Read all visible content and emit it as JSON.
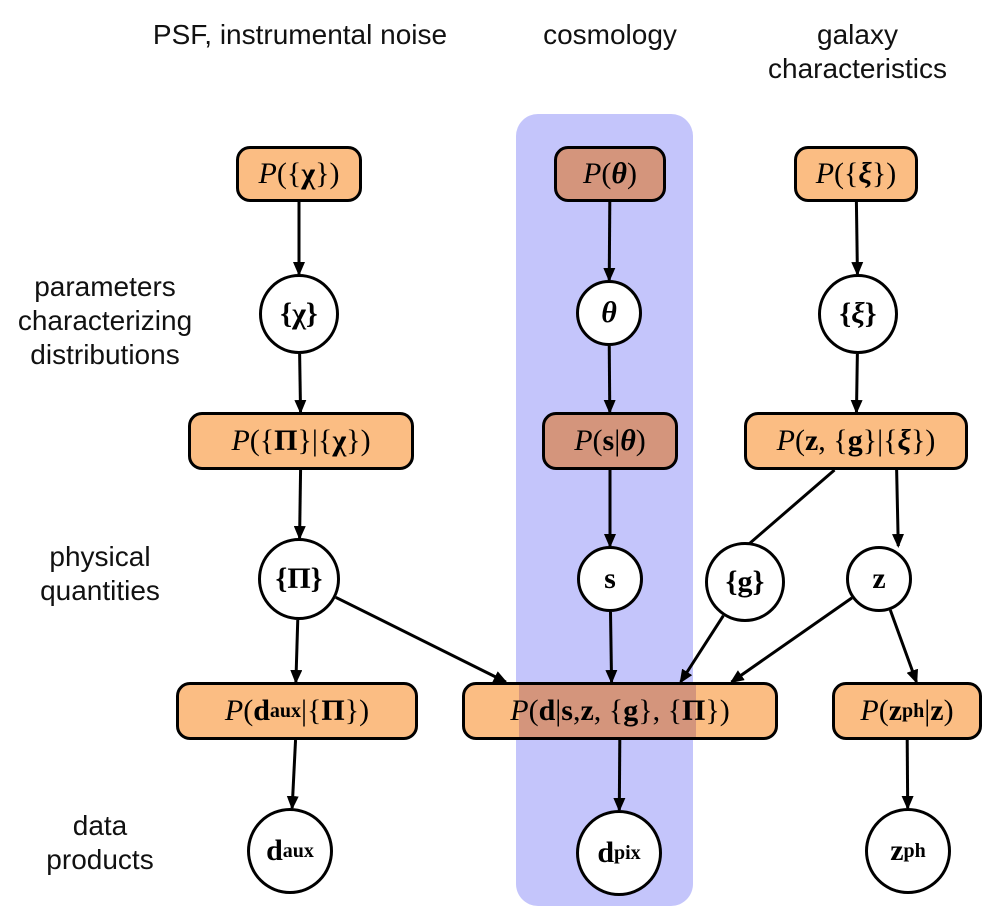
{
  "colors": {
    "node_fill": "#fbbd83",
    "cosmology_node_fill": "#d4957c",
    "cosmology_band": "#c4c5fb",
    "edge": "#000000"
  },
  "headers": {
    "psf": "PSF, instrumental noise",
    "cosmology": "cosmology",
    "galaxy": "galaxy\ncharacteristics"
  },
  "row_labels": {
    "parameters": "parameters\ncharacterizing\ndistributions",
    "physical": "physical\nquantities",
    "data": "data\nproducts"
  },
  "nodes": {
    "p_chi": {
      "kind": "distribution",
      "group": "psf",
      "label_html": "<span class='ital'>P</span>({<b>χ</b>})"
    },
    "chi": {
      "kind": "parameter",
      "group": "psf",
      "label_html": "{<b>χ</b>}"
    },
    "p_pi_chi": {
      "kind": "distribution",
      "group": "psf",
      "label_html": "<span class='ital'>P</span>({<b>Π</b>}|{<b>χ</b>})"
    },
    "pi": {
      "kind": "quantity",
      "group": "psf",
      "label_html": "{<b>Π</b>}"
    },
    "p_daux": {
      "kind": "distribution",
      "group": "psf",
      "label_html": "<span class='ital'>P</span>(<b>d</b><sub>aux</sub>|{<b>Π</b>})"
    },
    "daux": {
      "kind": "data",
      "group": "psf",
      "label_html": "d<sub>aux</sub>"
    },
    "p_theta": {
      "kind": "distribution",
      "group": "cosmology",
      "label_html": "<span class='ital'>P</span>(<b class='ital'>θ</b>)"
    },
    "theta": {
      "kind": "parameter",
      "group": "cosmology",
      "label_html": "<span class='ital'>θ</span>"
    },
    "p_s_theta": {
      "kind": "distribution",
      "group": "cosmology",
      "label_html": "<span class='ital'>P</span>(<b>s</b>|<b class='ital'>θ</b>)"
    },
    "s": {
      "kind": "quantity",
      "group": "cosmology",
      "label_html": "s"
    },
    "p_d": {
      "kind": "distribution",
      "group": "shared",
      "label_html": "<span class='ital'>P</span>(<b>d</b>|<b>s</b>, <b>z</b>, {<b>g</b>}, {<b>Π</b>})"
    },
    "dpix": {
      "kind": "data",
      "group": "cosmology",
      "label_html": "d<sub>pix</sub>"
    },
    "p_xi": {
      "kind": "distribution",
      "group": "galaxy",
      "label_html": "<span class='ital'>P</span>({<b class='ital'>ξ</b>})"
    },
    "xi": {
      "kind": "parameter",
      "group": "galaxy",
      "label_html": "{<span class='ital'>ξ</span>}"
    },
    "p_zg_xi": {
      "kind": "distribution",
      "group": "galaxy",
      "label_html": "<span class='ital'>P</span>(<b>z</b>, {<b>g</b>}|{<b class='ital'>ξ</b>})"
    },
    "g": {
      "kind": "quantity",
      "group": "galaxy",
      "label_html": "{g}"
    },
    "z": {
      "kind": "quantity",
      "group": "galaxy",
      "label_html": "z"
    },
    "p_zph": {
      "kind": "distribution",
      "group": "galaxy",
      "label_html": "<span class='ital'>P</span>(<b>z</b><sub>ph</sub>|<b>z</b>)"
    },
    "zph": {
      "kind": "data",
      "group": "galaxy",
      "label_html": "z<sub>ph</sub>"
    }
  },
  "edges": [
    {
      "from": "p_chi",
      "to": "chi"
    },
    {
      "from": "chi",
      "to": "p_pi_chi"
    },
    {
      "from": "p_pi_chi",
      "to": "pi"
    },
    {
      "from": "pi",
      "to": "p_daux"
    },
    {
      "from": "pi",
      "to": "p_d"
    },
    {
      "from": "p_daux",
      "to": "daux"
    },
    {
      "from": "p_theta",
      "to": "theta"
    },
    {
      "from": "theta",
      "to": "p_s_theta"
    },
    {
      "from": "p_s_theta",
      "to": "s"
    },
    {
      "from": "s",
      "to": "p_d"
    },
    {
      "from": "p_d",
      "to": "dpix"
    },
    {
      "from": "p_xi",
      "to": "xi"
    },
    {
      "from": "xi",
      "to": "p_zg_xi"
    },
    {
      "from": "p_zg_xi",
      "to": "g"
    },
    {
      "from": "p_zg_xi",
      "to": "z"
    },
    {
      "from": "g",
      "to": "p_d"
    },
    {
      "from": "z",
      "to": "p_d"
    },
    {
      "from": "z",
      "to": "p_zph"
    },
    {
      "from": "p_zph",
      "to": "zph"
    }
  ]
}
